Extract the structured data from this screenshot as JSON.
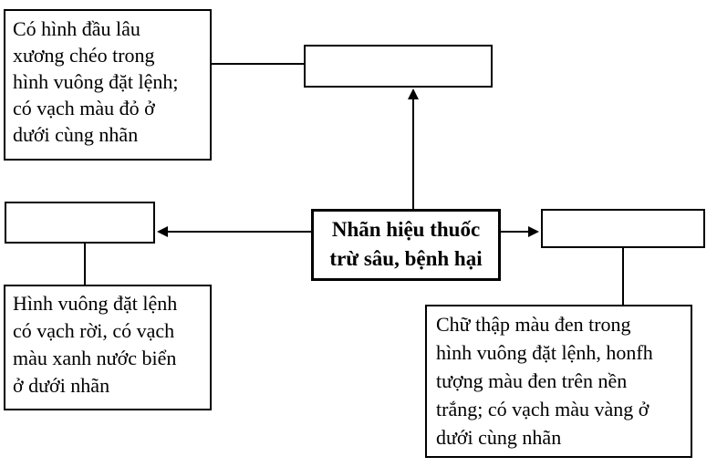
{
  "diagram": {
    "center_box": {
      "lines": [
        "Nhãn hiệu thuốc",
        "trừ sâu, bệnh hại"
      ]
    },
    "top_left_box": {
      "lines": [
        "Có hình đầu lâu",
        "xương chéo trong",
        "hình vuông đặt lệnh;",
        "có vạch màu đỏ ở",
        "dưới cùng nhãn"
      ]
    },
    "top_center_box": {
      "lines": []
    },
    "left_box": {
      "lines": []
    },
    "right_box": {
      "lines": []
    },
    "bottom_left_box": {
      "lines": [
        "Hình vuông đặt lệnh",
        "có vạch rời, có vạch",
        "màu xanh nước biển",
        "ở dưới nhãn"
      ]
    },
    "bottom_right_box": {
      "lines": [
        "Chữ thập màu đen trong",
        "hình vuông đặt lệnh, honfh",
        "tượng màu đen trên nền",
        "trắng; có vạch màu vàng ở",
        "dưới cùng nhãn"
      ]
    },
    "colors": {
      "background": "#ffffff",
      "border": "#000000",
      "text": "#000000",
      "connector": "#000000"
    }
  }
}
